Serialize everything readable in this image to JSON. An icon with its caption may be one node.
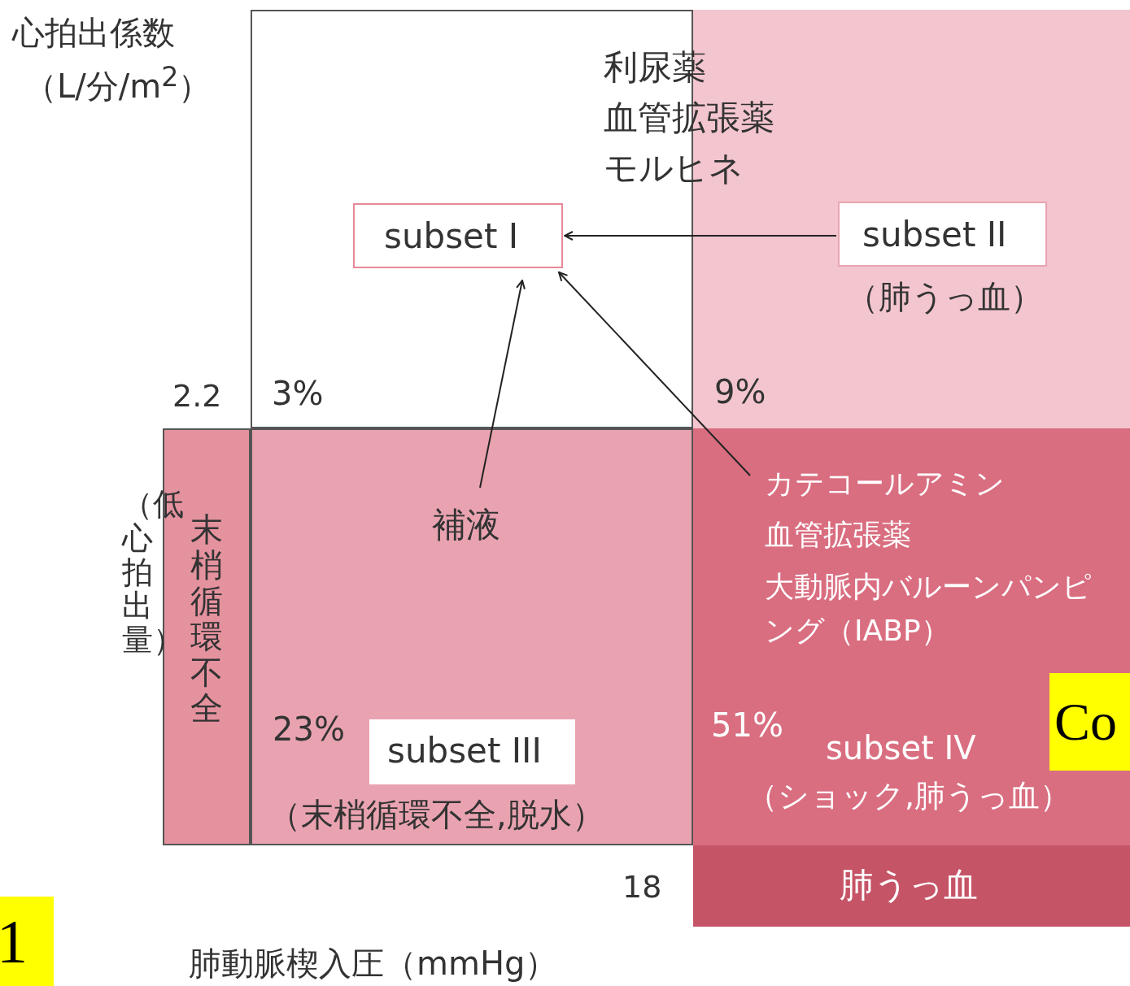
{
  "diagram": {
    "nodes": [
      {
        "text": [
          "3%"
        ]
      },
      {
        "text": [
          "subset I"
        ],
        "in": 0
      },
      {
        "text": [
          "9%"
        ]
      },
      {
        "text": [
          "subset II"
        ],
        "in": 2,
        "beside": [
          "（肺うっ血）"
        ]
      },
      {
        "text": [
          "23%"
        ]
      },
      {
        "text": [
          "補液"
        ],
        "in": 4
      },
      {
        "text": [
          "subset III"
        ],
        "in": 4,
        "beside": [
          "（末梢循環不全,脱水）"
        ]
      },
      {
        "text": [
          "51%"
        ]
      },
      {
        "text": [
          "カテコールアミン",
          "血管拡張薬",
          "大動脈内バルーンパンピング（IABP）"
        ],
        "in": 7
      },
      {
        "text": [
          "subset IV"
        ],
        "in": 7,
        "beside": [
          "（ショック,肺うっ血）"
        ]
      },
      {
        "text": [
          "末梢循環不全"
        ]
      },
      {
        "text": [
          "肺うっ血"
        ]
      }
    ],
    "edges": [
      {
        "from": 3,
        "to": 1,
        "arrow": "to"
      },
      {
        "from": 5,
        "to": 1,
        "arrow": "to"
      },
      {
        "from": 8,
        "to": 1,
        "arrow": "to"
      }
    ],
    "labels": [
      "心拍出係数",
      "（L/分/m$^{2}$）",
      "利尿薬",
      "血管拡張薬",
      "モルヒネ",
      "2.2",
      "（低心拍出量）",
      "Co",
      "18",
      "1",
      "肺動脈楔入圧（mmHg）"
    ]
  }
}
